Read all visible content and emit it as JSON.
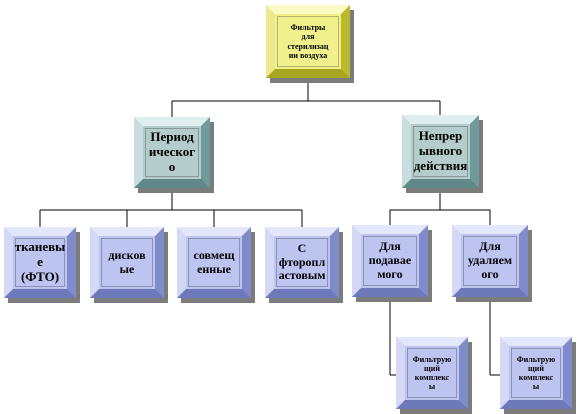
{
  "nodes": {
    "root": "Фильтры\nдля\nстерилизац\nии воздуха",
    "periodic": "Период\nическог\nо",
    "continuous": "Непрер\nывного\nдействия",
    "fto": "тканевы\nе\n(ФТО)",
    "disk": "дисков\nые",
    "combined": "совмещ\nенные",
    "fluoro": "С\nфторопл\nастовым",
    "supplied": "Для\nподавае\nмого",
    "removed": "Для\nудаляем\nого",
    "complex_left": "Фильтрую\nщий\nкомплекс\nы",
    "complex_right": "Фильтрую\nщий\nкомплекс\nы"
  }
}
